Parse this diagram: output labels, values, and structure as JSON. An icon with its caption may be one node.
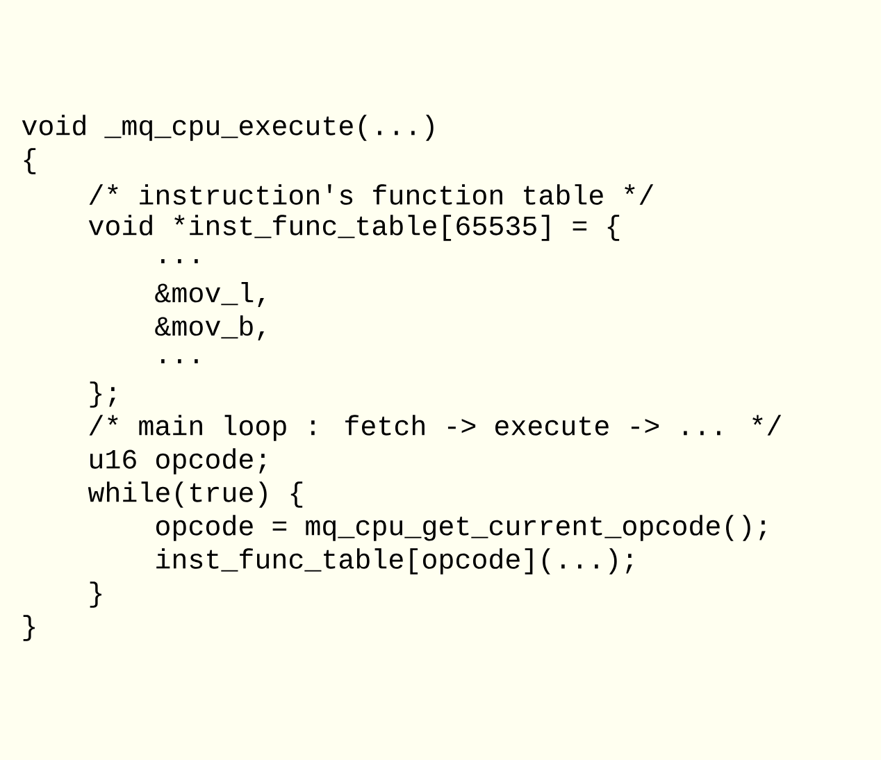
{
  "diagram": {
    "labels": [
      "void _mq_cpu_execute(...)",
      "{",
      "/* instruction's function table */",
      "void *inst_func_table[65535] = {",
      "...",
      "&mov_l,",
      "&mov_b,",
      "...",
      "};",
      "/* main loop : fetch -> execute -> ... */",
      "u16 opcode;",
      "while(true) {",
      "opcode = mq_cpu_get_current_opcode();",
      "inst_func_table[opcode](...);",
      "}",
      "}"
    ]
  }
}
